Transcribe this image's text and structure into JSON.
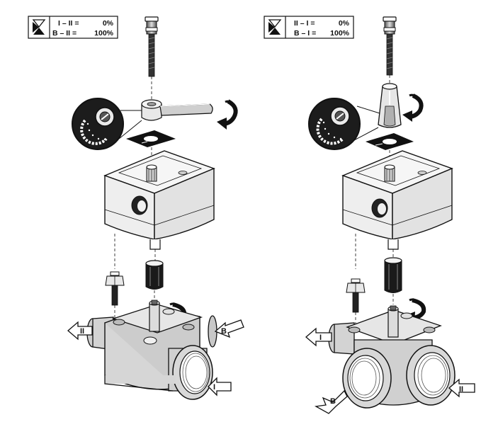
{
  "left_assembly": {
    "legend": {
      "line1_ports": "I – II =",
      "line1_value": "0%",
      "line2_ports": "B – II =",
      "line2_value": "100%"
    },
    "port_labels": {
      "outlet": "II",
      "side": "B",
      "bottom": "I"
    }
  },
  "right_assembly": {
    "legend": {
      "line1_ports": "II – I =",
      "line1_value": "0%",
      "line2_ports": "B – I =",
      "line2_value": "100%"
    },
    "port_labels": {
      "outlet": "I",
      "front_left": "B",
      "front_right": "II"
    }
  },
  "colors": {
    "line": "#111111",
    "actuator_body": "#f2f2f2",
    "valve_body": "#d6d6d6",
    "dark_part": "#1a1a1a"
  }
}
